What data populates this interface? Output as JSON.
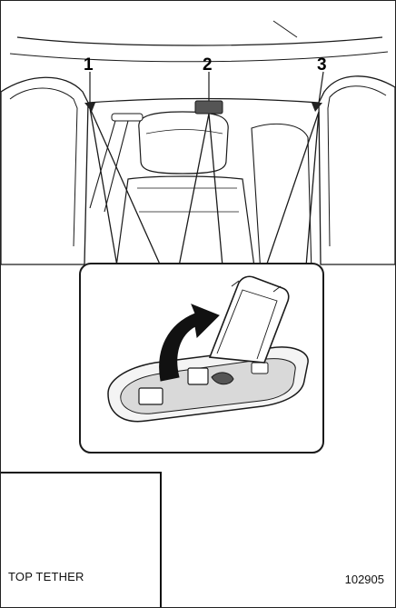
{
  "callouts": [
    {
      "id": "1",
      "label": "1"
    },
    {
      "id": "2",
      "label": "2"
    },
    {
      "id": "3",
      "label": "3"
    }
  ],
  "legend": {
    "label": "TOP TETHER",
    "icon": "top-tether-anchor-seat-icon"
  },
  "figure_number": "102905",
  "colors": {
    "line": "#1a1a1a",
    "fill_light": "#f4f4f4",
    "fill_mid": "#d9d9d9",
    "fill_dark": "#555555",
    "arrow": "#111111"
  }
}
